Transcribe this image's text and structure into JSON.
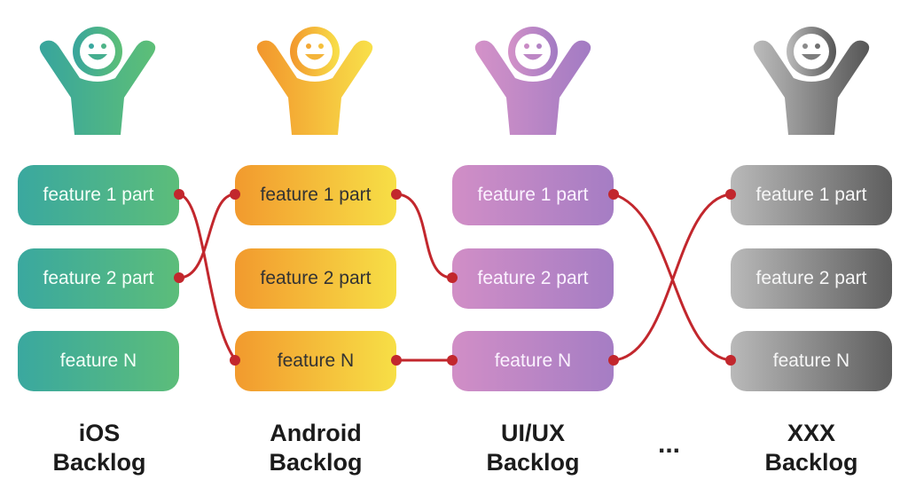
{
  "columns": [
    {
      "id": "ios",
      "title_line1": "iOS",
      "title_line2": "Backlog",
      "color_start": "#3aa89f",
      "color_end": "#5cbd7a",
      "cards": [
        "feature 1 part",
        "feature 2 part",
        "feature N"
      ]
    },
    {
      "id": "android",
      "title_line1": "Android",
      "title_line2": "Backlog",
      "color_start": "#f29a2e",
      "color_end": "#f7df46",
      "cards": [
        "feature 1 part",
        "feature 2 part",
        "feature N"
      ]
    },
    {
      "id": "uiux",
      "title_line1": "UI/UX",
      "title_line2": "Backlog",
      "color_start": "#d18ec6",
      "color_end": "#a57dc4",
      "cards": [
        "feature 1 part",
        "feature 2 part",
        "feature N"
      ]
    },
    {
      "id": "xxx",
      "title_line1": "XXX",
      "title_line2": "Backlog",
      "color_start": "#b9b9b9",
      "color_end": "#5e5e5e",
      "cards": [
        "feature 1 part",
        "feature 2 part",
        "feature N"
      ]
    }
  ],
  "ellipsis": "...",
  "connector_color": "#c2272d",
  "icons": [
    "happy-person-icon"
  ]
}
